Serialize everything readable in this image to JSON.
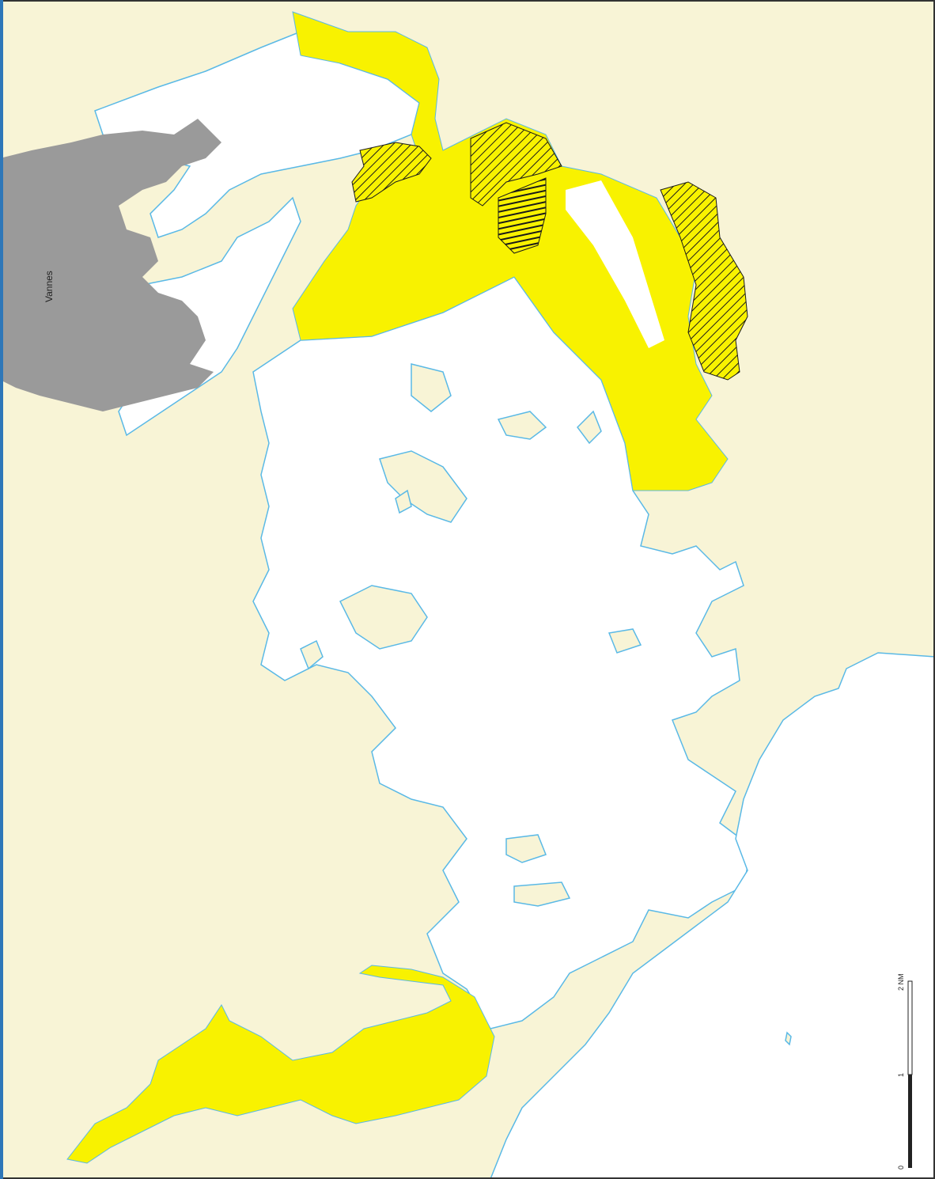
{
  "map": {
    "colors": {
      "land": "#f8f4d6",
      "water": "#ffffff",
      "coastline": "#5ab9e6",
      "zone": "#f8f200",
      "urban": "#9a9a9a",
      "hatch": "#1a1a1a",
      "frame_left": "#2e77b8",
      "frame": "#333333"
    },
    "city_label": "Vannes",
    "legend": {
      "hatched_zone_icon": "diagonal-hatch-pattern"
    },
    "scale_bar": {
      "labels": [
        "0",
        "1",
        "2 NM"
      ],
      "max_value": 2,
      "unit": "NM"
    }
  }
}
